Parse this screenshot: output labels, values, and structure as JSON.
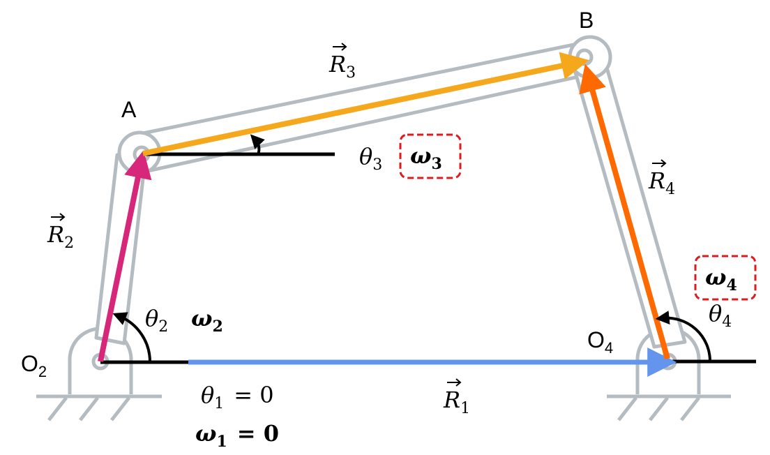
{
  "colors": {
    "link_gray": "#b4bbc1",
    "r1": "#6495ed",
    "r2": "#d6277a",
    "r3": "#f5a81c",
    "r4": "#ff6a00",
    "highlight_box": "#e0191c"
  },
  "points": {
    "a": "A",
    "b": "B",
    "o2": {
      "base": "O",
      "sub": "2"
    },
    "o4": {
      "base": "O",
      "sub": "4"
    }
  },
  "vectors": {
    "r1": {
      "base": "R",
      "sub": "1"
    },
    "r2": {
      "base": "R",
      "sub": "2"
    },
    "r3": {
      "base": "R",
      "sub": "3"
    },
    "r4": {
      "base": "R",
      "sub": "4"
    }
  },
  "angles": {
    "theta1": {
      "base": "θ",
      "sub": "1",
      "value": "= 0"
    },
    "theta2": {
      "base": "θ",
      "sub": "2"
    },
    "theta3": {
      "base": "θ",
      "sub": "3"
    },
    "theta4": {
      "base": "θ",
      "sub": "4"
    }
  },
  "omegas": {
    "w1": {
      "base": "ω",
      "sub": "1",
      "value": "= 0"
    },
    "w2": {
      "base": "ω",
      "sub": "2"
    },
    "w3": {
      "base": "ω",
      "sub": "3"
    },
    "w4": {
      "base": "ω",
      "sub": "4"
    }
  }
}
